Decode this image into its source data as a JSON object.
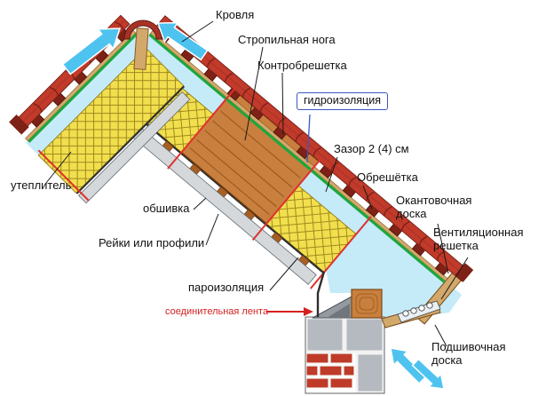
{
  "diagram": {
    "labels": {
      "roofing": "Кровля",
      "rafter": "Стропильная нога",
      "counter_batten": "Контробрешетка",
      "waterproofing": "гидроизоляция",
      "air_gap": "Зазор 2 (4) см",
      "batten": "Обрешётка",
      "edging_board": "Окантовочная доска",
      "vent_grille": "Вентиляционная решетка",
      "insulation": "утеплитель",
      "lining": "обшивка",
      "furring": "Рейки или профили",
      "vapor_barrier": "пароизоляция",
      "connection_tape": "соединительная лента",
      "soffit_board": "Подшивочная доска"
    },
    "colors": {
      "roof_tile": "#c13a2a",
      "roof_tile_dark": "#7e2116",
      "ridge": "#a93226",
      "insulation": "#f2df4e",
      "insulation_hatch": "#a08a1e",
      "air_gap": "#c5eaf8",
      "waterproofing": "#1ba83c",
      "wood": "#c97f3d",
      "wood_dark": "#8a4a15",
      "counter_batten": "#d2a86b",
      "lining_gray": "#d4d8da",
      "block_gray": "#b4bac0",
      "brick": "#bf3a28",
      "arrow": "#4ec3ef",
      "accent_red": "#e03030",
      "tape_red": "#d42020",
      "leader_blue": "#3a57c4",
      "label_text": "#111111"
    }
  }
}
